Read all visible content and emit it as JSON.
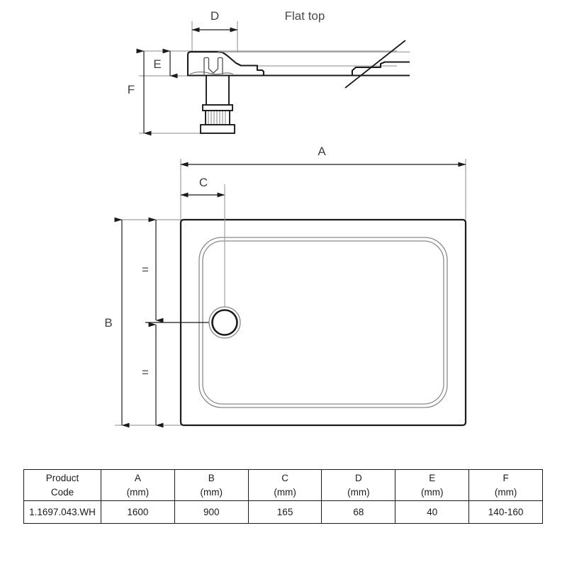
{
  "drawing": {
    "section_label": "Flat top",
    "dimension_labels": {
      "A": "A",
      "B": "B",
      "C": "C",
      "D": "D",
      "E": "E",
      "F": "F"
    },
    "equal_marks": [
      "=",
      "="
    ],
    "line_color": "#1b1b1b",
    "thin_line_color": "#8a8a8a",
    "text_color": "#3f3f3f"
  },
  "table": {
    "headers": [
      {
        "line1": "Product",
        "line2": "Code"
      },
      {
        "line1": "A",
        "line2": "(mm)"
      },
      {
        "line1": "B",
        "line2": "(mm)"
      },
      {
        "line1": "C",
        "line2": "(mm)"
      },
      {
        "line1": "D",
        "line2": "(mm)"
      },
      {
        "line1": "E",
        "line2": "(mm)"
      },
      {
        "line1": "F",
        "line2": "(mm)"
      }
    ],
    "rows": [
      {
        "code": "1.1697.043.WH",
        "A": "1600",
        "B": "900",
        "C": "165",
        "D": "68",
        "E": "40",
        "F": "140-160"
      }
    ]
  }
}
